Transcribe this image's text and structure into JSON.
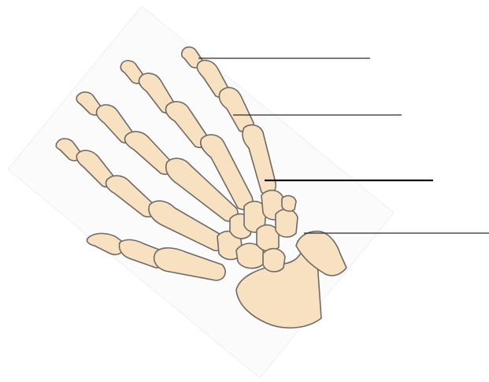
{
  "diagram": {
    "subject": "hand-skeleton",
    "label_blanks": [
      {
        "id": "phalanges",
        "text": ""
      },
      {
        "id": "middle-phalanx",
        "text": ""
      },
      {
        "id": "metacarpals",
        "text": ""
      },
      {
        "id": "carpals",
        "text": ""
      }
    ],
    "colors": {
      "bone": "#f7e1c0",
      "outline": "#6f6a66",
      "leader": "#2a2a2a",
      "background": "#ffffff",
      "sheet": "#fbfbfb"
    }
  }
}
